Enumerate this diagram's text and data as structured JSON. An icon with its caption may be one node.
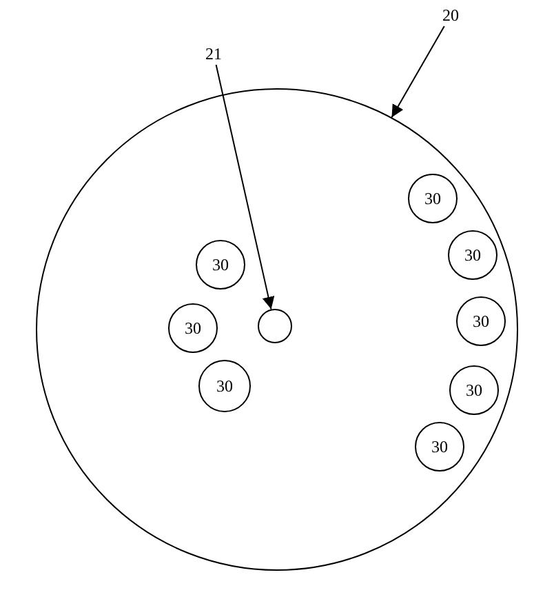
{
  "diagram": {
    "nodes": [
      {
        "text": [
          "20"
        ]
      },
      {
        "text": [
          "21"
        ]
      },
      {
        "text": [],
        "shape": "circle"
      },
      {
        "text": [
          "30"
        ],
        "in": 2
      },
      {
        "text": [
          "30"
        ],
        "in": 2
      },
      {
        "text": [
          "30"
        ],
        "in": 2
      },
      {
        "text": [
          "30"
        ],
        "in": 2
      },
      {
        "text": [],
        "shape": "circle",
        "in": 2
      },
      {
        "text": [
          "30"
        ],
        "in": 2
      },
      {
        "text": [
          "30"
        ],
        "in": 2
      },
      {
        "text": [
          "30"
        ],
        "in": 2
      },
      {
        "text": [
          "30"
        ],
        "in": 2
      }
    ],
    "edges": [
      {
        "from": 0,
        "to": 2,
        "arrow": "to"
      },
      {
        "from": 1,
        "to": 7,
        "arrow": "to"
      }
    ]
  }
}
